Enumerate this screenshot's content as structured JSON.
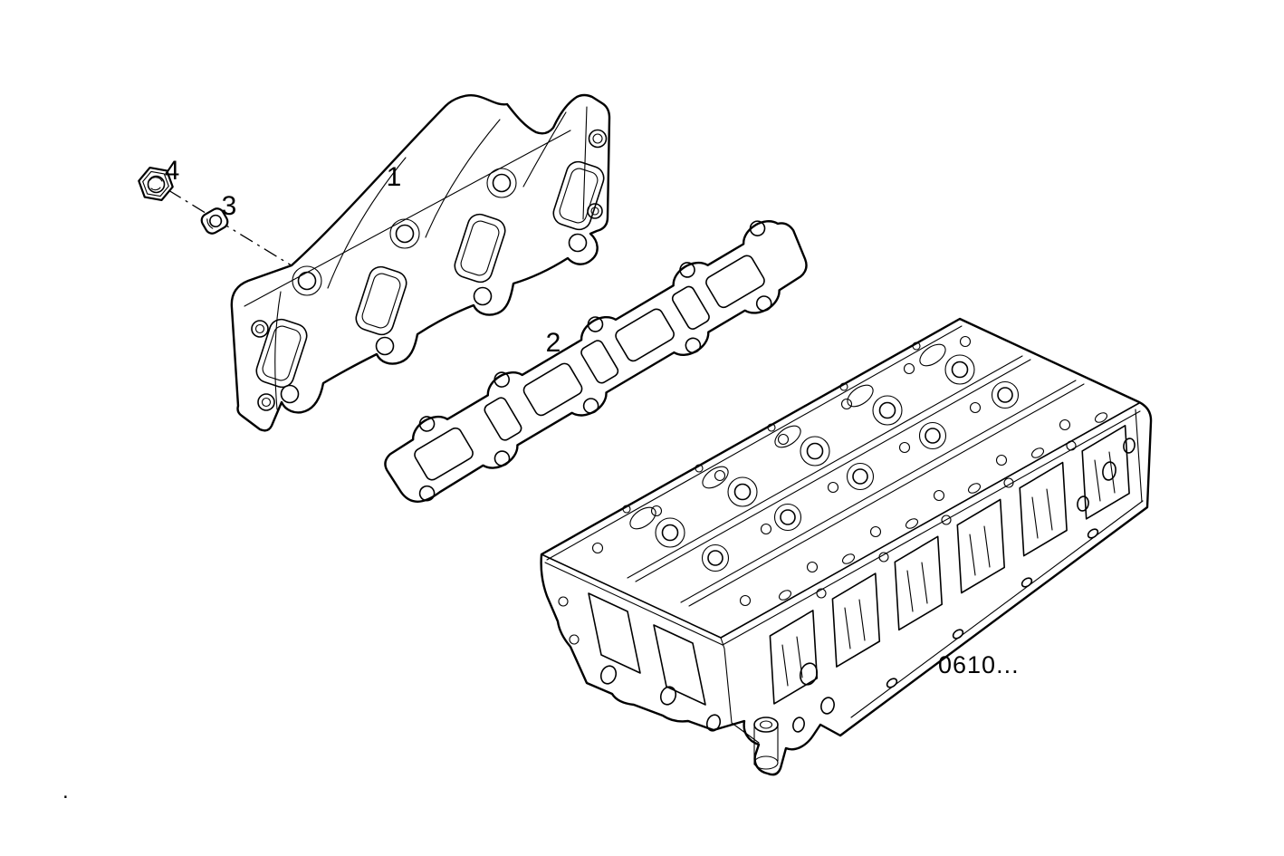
{
  "diagram": {
    "background_color": "#ffffff",
    "line_color": "#000000",
    "callouts": [
      {
        "id": "1",
        "text": "1"
      },
      {
        "id": "2",
        "text": "2"
      },
      {
        "id": "3",
        "text": "3"
      },
      {
        "id": "4",
        "text": "4"
      }
    ],
    "reference_code": "0610...",
    "corner_mark": "."
  }
}
